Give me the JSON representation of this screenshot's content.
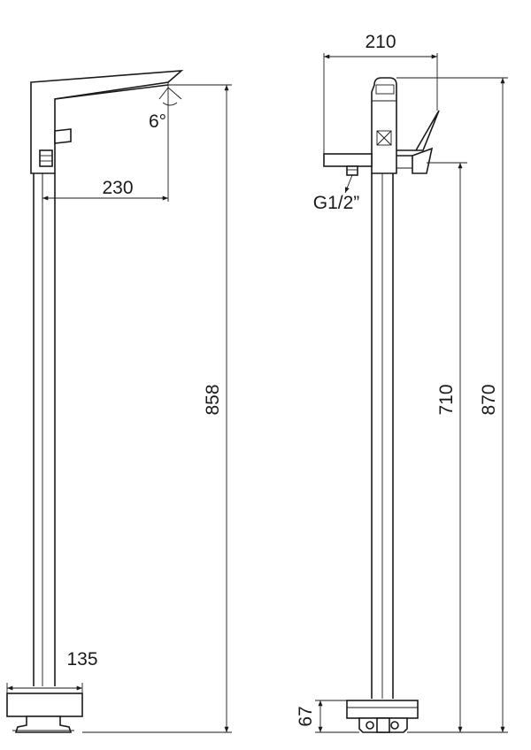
{
  "side_view": {
    "reach": "230",
    "height": "858",
    "base": "135",
    "angle": "6°"
  },
  "front_view": {
    "width": "210",
    "connection": "G1/2”",
    "spout_height": "710",
    "total_height": "870",
    "base_height": "67"
  }
}
